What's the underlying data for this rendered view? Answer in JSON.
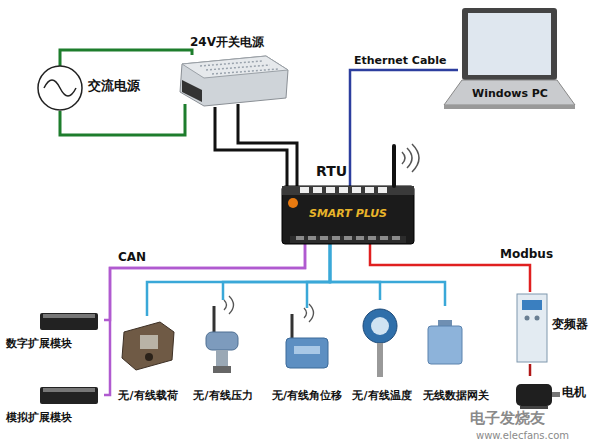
{
  "diagram": {
    "nodes": [
      {
        "text": [
          "交流电源"
        ]
      },
      {
        "text": [
          "24V开关电源"
        ]
      },
      {
        "text": [
          "Windows PC"
        ]
      },
      {
        "text": [
          "RTU",
          "SMART PLUS"
        ]
      },
      {
        "text": [
          "数字扩展模块"
        ]
      },
      {
        "text": [
          "无/有线载荷"
        ]
      },
      {
        "text": [
          "无/有线压力"
        ]
      },
      {
        "text": [
          "无/有线角位移"
        ]
      },
      {
        "text": [
          "无/有线温度"
        ]
      },
      {
        "text": [
          "无线数据网关"
        ]
      },
      {
        "text": [
          "变频器"
        ]
      },
      {
        "text": [
          "模拟扩展模块"
        ]
      },
      {
        "text": [
          "电机"
        ]
      }
    ],
    "edges": [
      {
        "from": 0,
        "to": 1,
        "arrow": "none"
      },
      {
        "from": 1,
        "to": 3,
        "arrow": "none"
      },
      {
        "from": 3,
        "to": 2,
        "label": "Ethernet Cable",
        "arrow": "none"
      },
      {
        "from": 3,
        "to": 4,
        "label": "CAN",
        "arrow": "none"
      },
      {
        "from": 3,
        "to": 11,
        "arrow": "none"
      },
      {
        "from": 3,
        "to": 5,
        "arrow": "none"
      },
      {
        "from": 3,
        "to": 6,
        "arrow": "none"
      },
      {
        "from": 3,
        "to": 7,
        "arrow": "none"
      },
      {
        "from": 3,
        "to": 8,
        "arrow": "none"
      },
      {
        "from": 3,
        "to": 9,
        "arrow": "none"
      },
      {
        "from": 3,
        "to": 10,
        "label": "Modbus",
        "arrow": "none"
      },
      {
        "from": 10,
        "to": 12,
        "arrow": "none"
      }
    ],
    "labels": [
      "电子发烧友",
      "www.elecfans.com"
    ]
  }
}
